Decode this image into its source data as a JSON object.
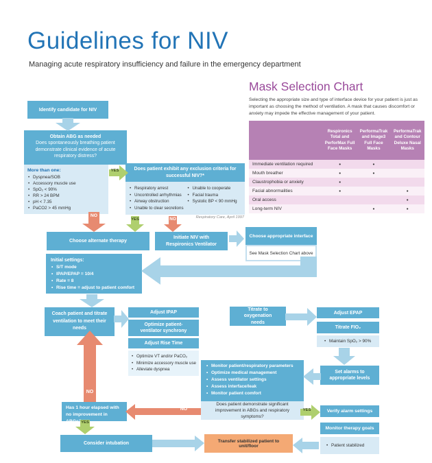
{
  "page": {
    "title": "Guidelines for NIV",
    "subtitle": "Managing acute respiratory insufficiency and failure in the emergency department"
  },
  "labels": {
    "yes": "YES",
    "no": "NO"
  },
  "colors": {
    "title_blue": "#2274B6",
    "box_blue": "#5EAFD3",
    "box_light_blue": "#D8EAF5",
    "arrow_light_blue": "#A8D3E8",
    "arrow_green": "#AFCF6E",
    "arrow_red": "#E78A70",
    "transfer_orange": "#F4A974",
    "table_header_purple": "#B681B4",
    "mask_title_purple": "#99499A"
  },
  "mask_chart": {
    "title": "Mask Selection Chart",
    "description": "Selecting the appropriate size and type of interface device for your patient is just as important as choosing the method of ventilation. A mask that causes discomfort or anxiety may impede the effective management of your patient.",
    "columns": [
      "Respironics Total and PerforMax Full Face Masks",
      "PerformaTrak and Image3 Full Face Masks",
      "PerformaTrak and Contour Deluxe Nasal Masks"
    ],
    "rows": [
      {
        "label": "Immediate ventilation required",
        "c1": "•",
        "c2": "•",
        "c3": ""
      },
      {
        "label": "Mouth breather",
        "c1": "•",
        "c2": "•",
        "c3": ""
      },
      {
        "label": "Claustrophobia or anxiety",
        "c1": "•",
        "c2": "",
        "c3": ""
      },
      {
        "label": "Facial abnormalities",
        "c1": "•",
        "c2": "",
        "c3": "•"
      },
      {
        "label": "Oral access",
        "c1": "",
        "c2": "",
        "c3": "•"
      },
      {
        "label": "Long-term NIV",
        "c1": "",
        "c2": "•",
        "c3": "•"
      }
    ]
  },
  "flow": {
    "identify": "Identify candidate for NIV",
    "abg_title": "Obtain ABG as needed",
    "abg_body": "Does spontaneously breathing patient demonstrate clinical evidence of acute respiratory distress?",
    "criteria_title": "More than one:",
    "criteria_items": [
      "Dyspnea/SOB",
      "Accessory muscle use",
      "SpO₂ < 90%",
      "RR > 24 BPM",
      "pH < 7.35",
      "PaCO2 > 45 mmHg"
    ],
    "exclusion_title": "Does patient exhibit any exclusion criteria for successful NIV?*",
    "exclusion_left": [
      "Respiratory arrest",
      "Uncontrolled arrhythmias",
      "Airway obstruction",
      "Unable to clear secretions"
    ],
    "exclusion_right": [
      "Unable to cooperate",
      "Facial trauma",
      "Systolic BP < 90 mmHg"
    ],
    "citation": "Respiratory Care, April 1997",
    "alternate": "Choose alternate therapy",
    "initiate": "Initiate NIV with Respironics Ventilator",
    "interface_title": "Choose appropriate interface",
    "interface_note": "See Mask Selection Chart above",
    "initial_title": "Initial settings:",
    "initial_items": [
      "S/T mode",
      "IPAP/EPAP = 10/4",
      "Rate = 8",
      "Rise time = adjust to patient comfort"
    ],
    "coach": "Coach patient and titrate ventilation to meet their needs",
    "adjust_ipap": "Adjust IPAP",
    "optimize_sync": "Optimize patient-ventilator synchrony",
    "adjust_rise": "Adjust Rise Time",
    "adjust_items": [
      "Optimize VT and/or PaCO₂",
      "Minimize accessory muscle use",
      "Alleviate dyspnea"
    ],
    "titrate_oxy": "Titrate to oxygenation needs",
    "adjust_epap": "Adjust EPAP",
    "titrate_fio2": "Titrate FIO₂",
    "maintain_spo2": "Maintain SpO₂ > 90%",
    "set_alarms": "Set alarms to appropriate levels",
    "monitor_items": [
      "Monitor patient/respiratory parameters",
      "Optimize medical management",
      "Assess ventilator settings",
      "Assess interface/leak",
      "Monitor patient comfort"
    ],
    "improvement": "Does patient demonstrate significant improvement in ABGs and respiratory symptoms?",
    "has_hour": "Has 1 hour elapsed with no improvement in ABGs?",
    "intubation": "Consider intubation",
    "verify": "Verify alarm settings",
    "goals": "Monitor therapy goals",
    "stabilized": "Patient stabilized",
    "transfer": "Transfer stabilized patient to unit/floor"
  }
}
